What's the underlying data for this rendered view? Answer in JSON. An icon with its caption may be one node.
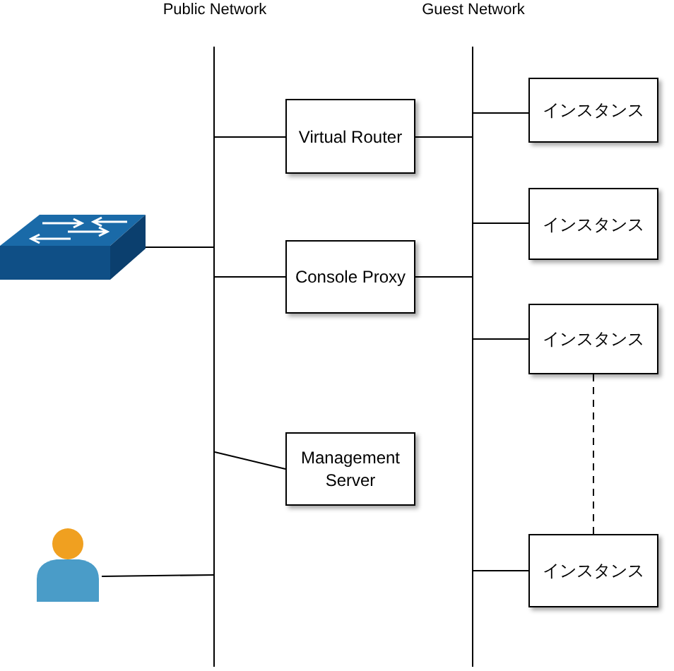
{
  "diagram": {
    "nodes": [
      {
        "text": [
          "Public Network"
        ]
      },
      {
        "text": [
          "Guest Network"
        ]
      },
      {
        "text": [
          "Virtual Router"
        ]
      },
      {
        "text": [
          "インスタンス"
        ]
      },
      {
        "text": [],
        "shape": "picture"
      },
      {
        "text": [
          "インスタンス"
        ]
      },
      {
        "text": [
          "Console Proxy"
        ]
      },
      {
        "text": [
          "インスタンス"
        ]
      },
      {
        "text": [
          "Management Server"
        ]
      },
      {
        "text": [],
        "shape": "person"
      },
      {
        "text": [
          "インスタンス"
        ]
      }
    ],
    "edges": [
      {
        "from": 4,
        "to": 0,
        "arrow": "none"
      },
      {
        "from": 9,
        "to": 0,
        "arrow": "none"
      },
      {
        "from": 2,
        "to": 0,
        "arrow": "none"
      },
      {
        "from": 2,
        "to": 1,
        "arrow": "none"
      },
      {
        "from": 6,
        "to": 0,
        "arrow": "none"
      },
      {
        "from": 6,
        "to": 1,
        "arrow": "none"
      },
      {
        "from": 8,
        "to": 0,
        "arrow": "none"
      },
      {
        "from": 1,
        "to": 3,
        "arrow": "none"
      },
      {
        "from": 1,
        "to": 5,
        "arrow": "none"
      },
      {
        "from": 1,
        "to": 7,
        "arrow": "none"
      },
      {
        "from": 1,
        "to": 10,
        "arrow": "none"
      },
      {
        "from": 7,
        "to": 10,
        "arrow": "none",
        "style": "dashed"
      }
    ]
  }
}
